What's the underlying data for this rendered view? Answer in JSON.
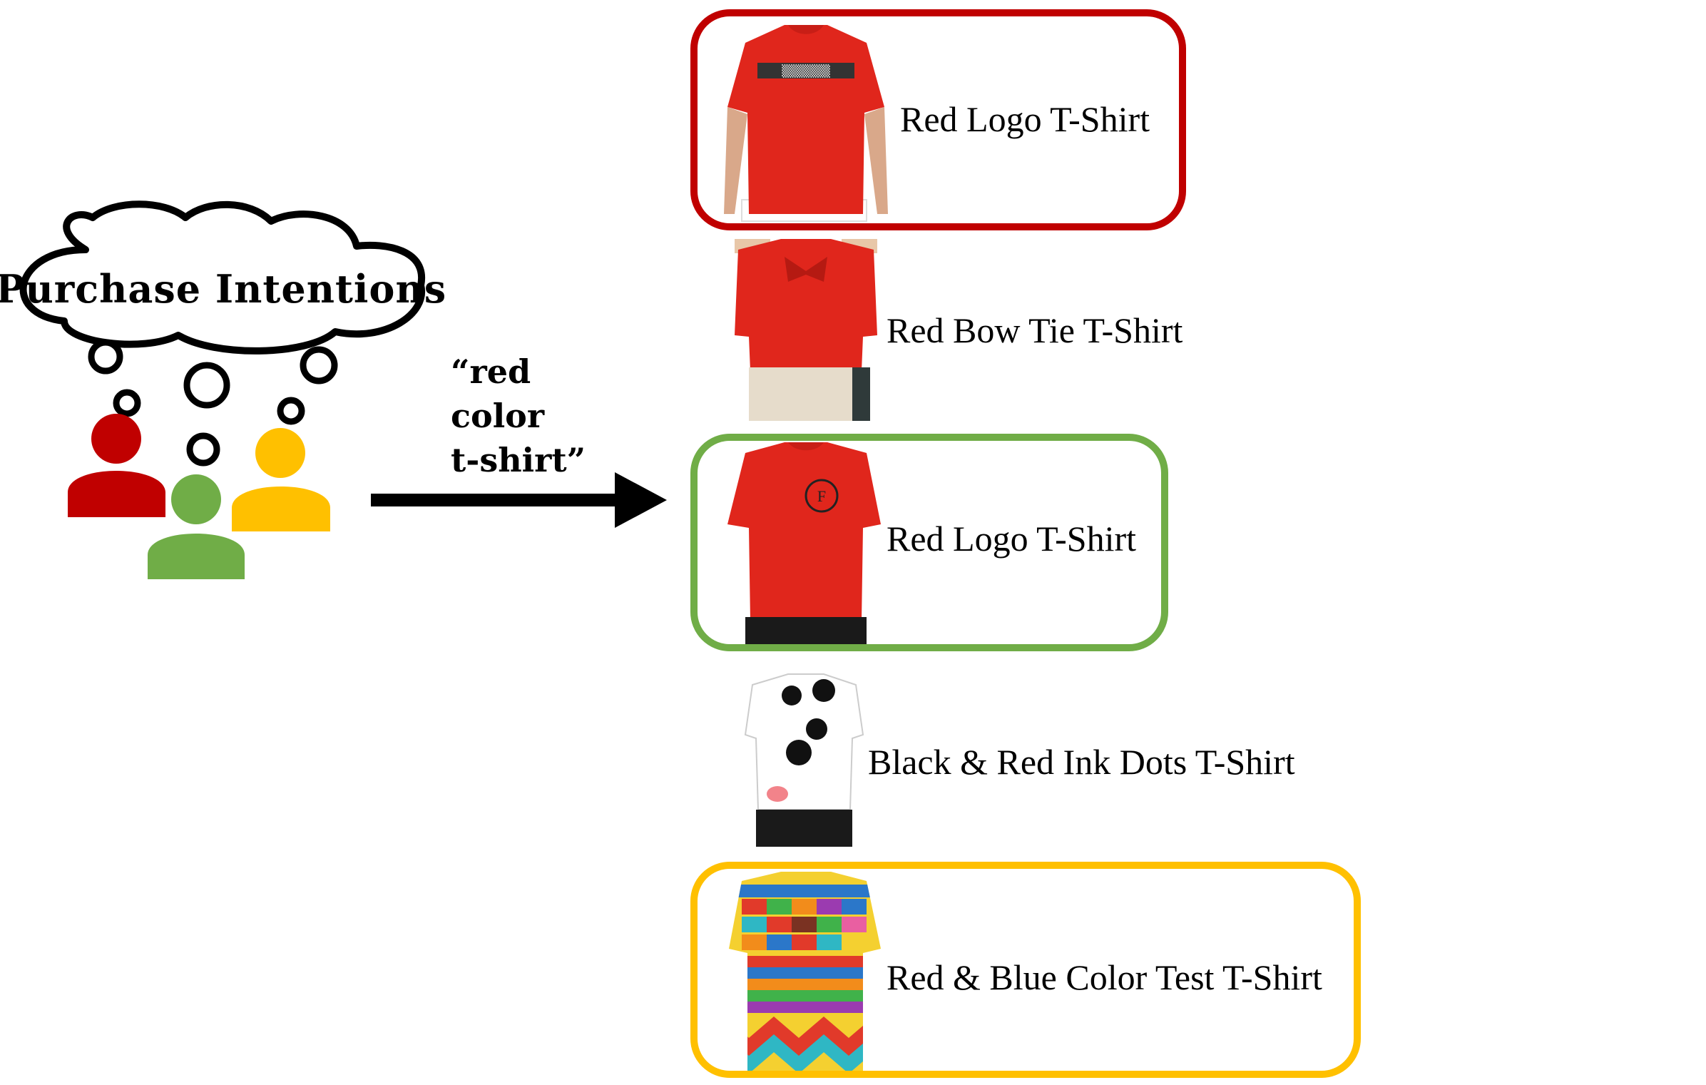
{
  "thought_bubble": {
    "label": "Purchase Intentions",
    "users": [
      {
        "name": "red-user-icon",
        "color": "#C00000"
      },
      {
        "name": "green-user-icon",
        "color": "#70AD47"
      },
      {
        "name": "yellow-user-icon",
        "color": "#FFC000"
      }
    ]
  },
  "query": {
    "lines": [
      "“red",
      "color",
      "t-shirt”"
    ]
  },
  "results": [
    {
      "label": "Red Logo T-Shirt",
      "image": "red-logo-tshirt-icon",
      "highlight": "#C00000"
    },
    {
      "label": "Red Bow Tie T-Shirt",
      "image": "red-bow-tie-tshirt-icon",
      "highlight": null
    },
    {
      "label": "Red Logo T-Shirt",
      "image": "red-logo-emblem-tshirt-icon",
      "highlight": "#70AD47"
    },
    {
      "label": "Black & Red Ink Dots T-Shirt",
      "image": "ink-dots-tshirt-icon",
      "highlight": null
    },
    {
      "label": "Red & Blue Color Test T-Shirt",
      "image": "color-test-tshirt-icon",
      "highlight": "#FFC000"
    }
  ]
}
